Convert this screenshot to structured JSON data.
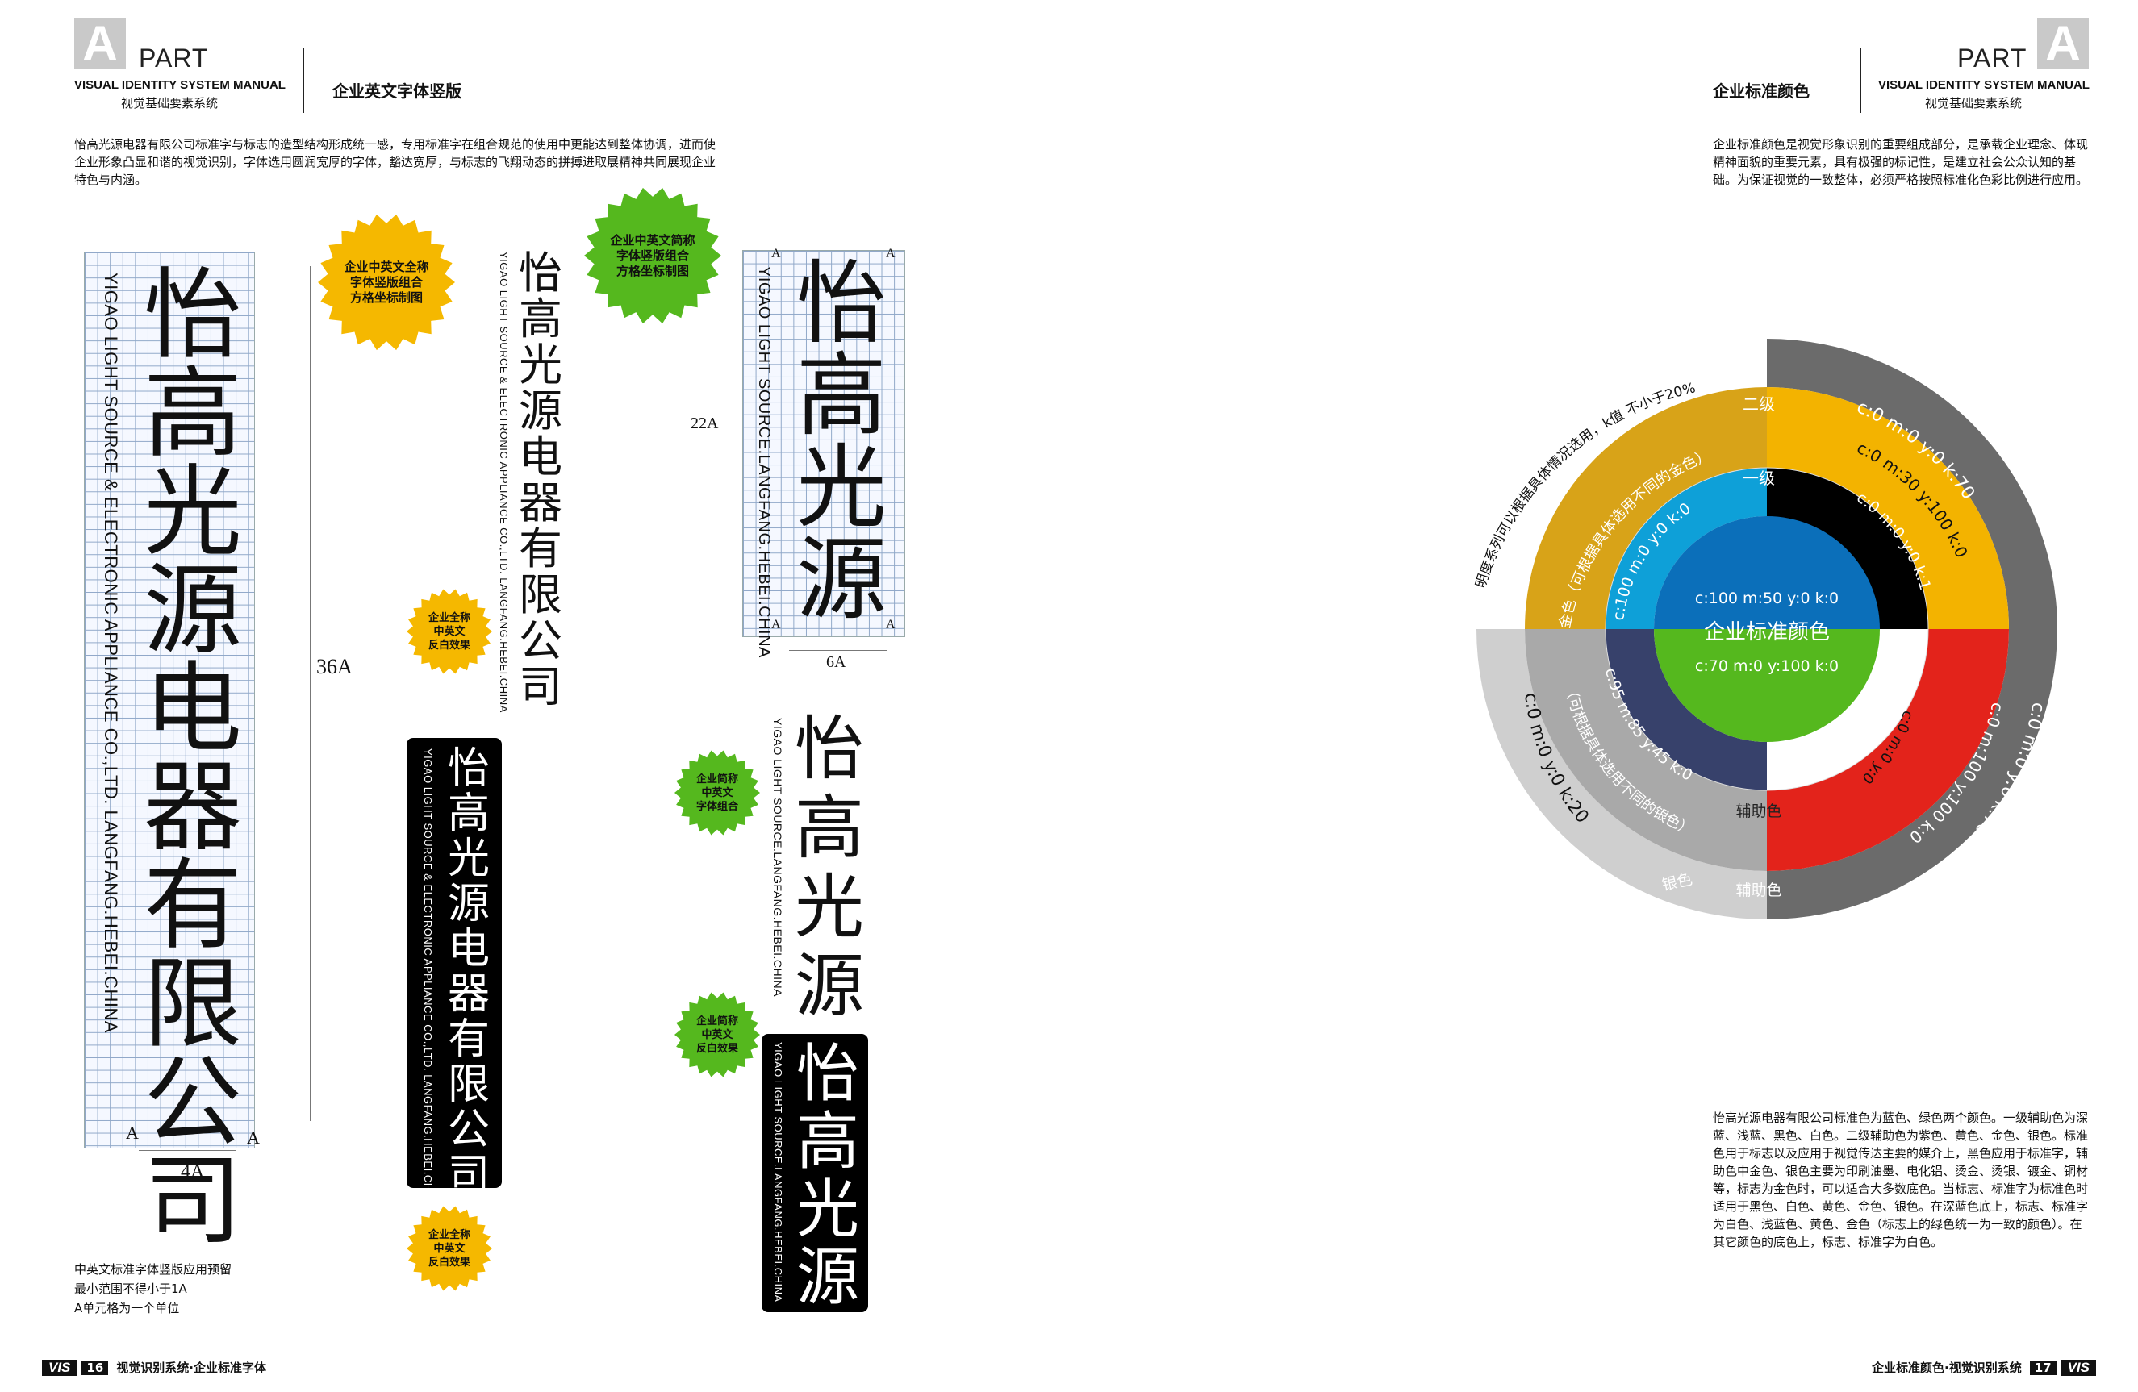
{
  "header_left": {
    "part_letter": "A",
    "part_word": "PART",
    "manual_en": "VISUAL IDENTITY SYSTEM MANUAL",
    "manual_cn": "视觉基础要素系统",
    "section_title": "企业英文字体竖版"
  },
  "header_right": {
    "part_letter": "A",
    "part_word": "PART",
    "manual_en": "VISUAL IDENTITY SYSTEM MANUAL",
    "manual_cn": "视觉基础要素系统",
    "section_title": "企业标准颜色"
  },
  "left_intro": "怡高光源电器有限公司标准字与标志的造型结构形成统一感，专用标准字在组合规范的使用中更能达到整体协调，进而使企业形象凸显和谐的视觉识别，字体选用圆润宽厚的字体，豁达宽厚，与标志的飞翔动态的拼搏进取展精神共同展现企业特色与内涵。",
  "right_intro": "企业标准颜色是视觉形象识别的重要组成部分，是承载企业理念、体现精神面貌的重要元素，具有极强的标记性，是建立社会公众认知的基础。为保证视觉的一致整体，必须严格按照标准化色彩比例进行应用。",
  "company_full_cn": "怡高光源电器有限公司",
  "company_short_cn": "怡高光源",
  "company_full_en": "YIGAO LIGHT SOURCE & ELECTRONIC APPLIANCE CO.,LTD. LANGFANG.HEBEI.CHINA",
  "company_short_en": "YIGAO LIGHT SOURCE.LANGFANG.HEBEI.CHINA",
  "grid_unit": "A",
  "dimensions": {
    "full_height": "36A",
    "full_width": "4A",
    "short_height": "22A",
    "short_width": "6A"
  },
  "badges": {
    "full_grid": "企业中英文全称\n字体竖版组合\n方格坐标制图",
    "short_grid": "企业中英文简称\n字体竖版组合\n方格坐标制图",
    "full_reverse_1": "企业全称\n中英文\n反白效果",
    "full_reverse_2": "企业全称\n中英文\n反白效果",
    "short_combo": "企业简称\n中英文\n字体组合",
    "short_reverse": "企业简称\n中英文\n反白效果"
  },
  "left_note": [
    "中英文标准字体竖版应用预留",
    "最小范围不得小于1A",
    "A单元格为一个单位"
  ],
  "wheel": {
    "center_title": "企业标准颜色",
    "blue": "c:100  m:50  y:0  k:0",
    "green": "c:70   m:0  y:100  k:0",
    "cyan": "c:100  m:0  y:0  k:0",
    "black": "c:0   m:0   y:0  k:100",
    "white": "c:0  m:0  y:0  k:0",
    "navy": "c:95  m:85  y:45  k:0",
    "gold": "c:0  m:30  y:100  k:0",
    "gray_top": "c:0  m:0  y:0  k:70",
    "red": "c:0  m:100  y:100  k:0",
    "gray_bottom_right": "c:0  m:0  y:0  k:70",
    "gray_bottom_left": "c:0  m:0  y:0  k:20",
    "level1": "一级",
    "level2": "二级",
    "aux_color": "辅助色",
    "aux_color_2": "辅助色",
    "silver": "银色",
    "gold_note": "金色（可根据具体选用不同的金色）",
    "silver_note": "（可根据具体选用不同的银色）",
    "brightness_note": "明度系列可以根据具体情况选用，k值 不小于20%",
    "colors": {
      "blue": "#0b6fba",
      "green": "#55b81e",
      "cyan": "#0ea0d8",
      "black": "#000000",
      "navy": "#37416b",
      "gold": "#f3b300",
      "red": "#e3231b",
      "gray70": "#6b6b6b",
      "gray20": "#cfcfcf",
      "silver": "#a9a9a9",
      "darkgold": "#d8a318"
    }
  },
  "right_body": "怡高光源电器有限公司标准色为蓝色、绿色两个颜色。一级辅助色为深蓝、浅蓝、黑色、白色。二级辅助色为紫色、黄色、金色、银色。标准色用于标志以及应用于视觉传达主要的媒介上，黑色应用于标准字，辅助色中金色、银色主要为印刷油墨、电化铝、烫金、烫银、镀金、铜材等，标志为金色时，可以适合大多数底色。当标志、标准字为标准色时适用于黑色、白色、黄色、金色、银色。在深蓝色底上，标志、标准字为白色、浅蓝色、黄色、金色（标志上的绿色统一为一致的颜色）。在其它颜色的底色上，标志、标准字为白色。",
  "footer_left": {
    "vis": "VIS",
    "page": "16",
    "text": "视觉识别系统·企业标准字体"
  },
  "footer_right": {
    "text": "企业标准颜色·视觉识别系统",
    "page": "17",
    "vis": "VIS"
  }
}
